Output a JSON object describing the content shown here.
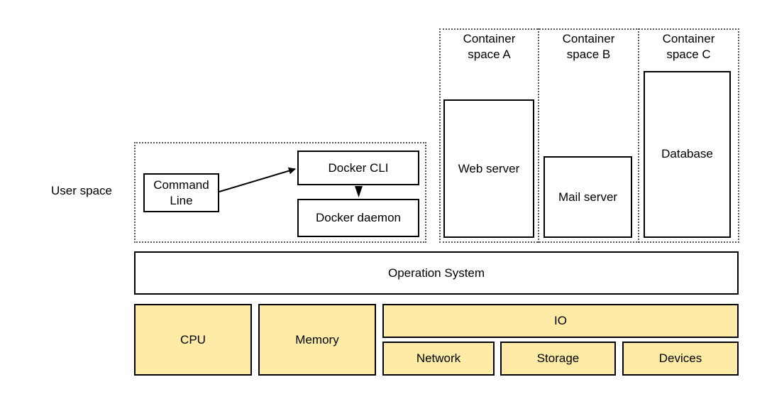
{
  "user_space_label": "User space",
  "host_group": {
    "command_line": "Command\nLine",
    "docker_cli": "Docker CLI",
    "docker_daemon": "Docker daemon"
  },
  "containers": [
    {
      "title": "Container\nspace A",
      "service": "Web server"
    },
    {
      "title": "Container\nspace B",
      "service": "Mail server"
    },
    {
      "title": "Container\nspace C",
      "service": "Database"
    }
  ],
  "operating_system": "Operation System",
  "hardware": {
    "cpu": "CPU",
    "memory": "Memory",
    "io": "IO",
    "io_items": [
      "Network",
      "Storage",
      "Devices"
    ]
  },
  "colors": {
    "hardware_fill": "#fdeba6",
    "stroke": "#000000",
    "dotted_stroke": "#555555"
  }
}
